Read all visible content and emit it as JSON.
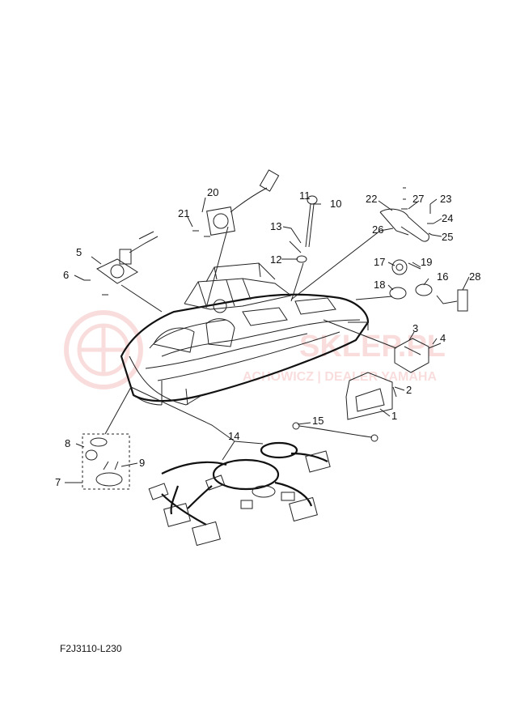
{
  "diagram": {
    "callouts": [
      "1",
      "2",
      "3",
      "4",
      "5",
      "6",
      "7",
      "8",
      "9",
      "10",
      "11",
      "12",
      "13",
      "14",
      "15",
      "16",
      "17",
      "18",
      "19",
      "20",
      "21",
      "22",
      "23",
      "24",
      "25",
      "26",
      "27",
      "28"
    ],
    "drawing_code": "F2J3110-L230"
  },
  "watermark": {
    "line1": "SKLEP.PL",
    "line2": "ACHOWICZ | DEALER YAMAHA"
  },
  "colors": {
    "line": "#111111",
    "watermark": "#e04a4a"
  }
}
